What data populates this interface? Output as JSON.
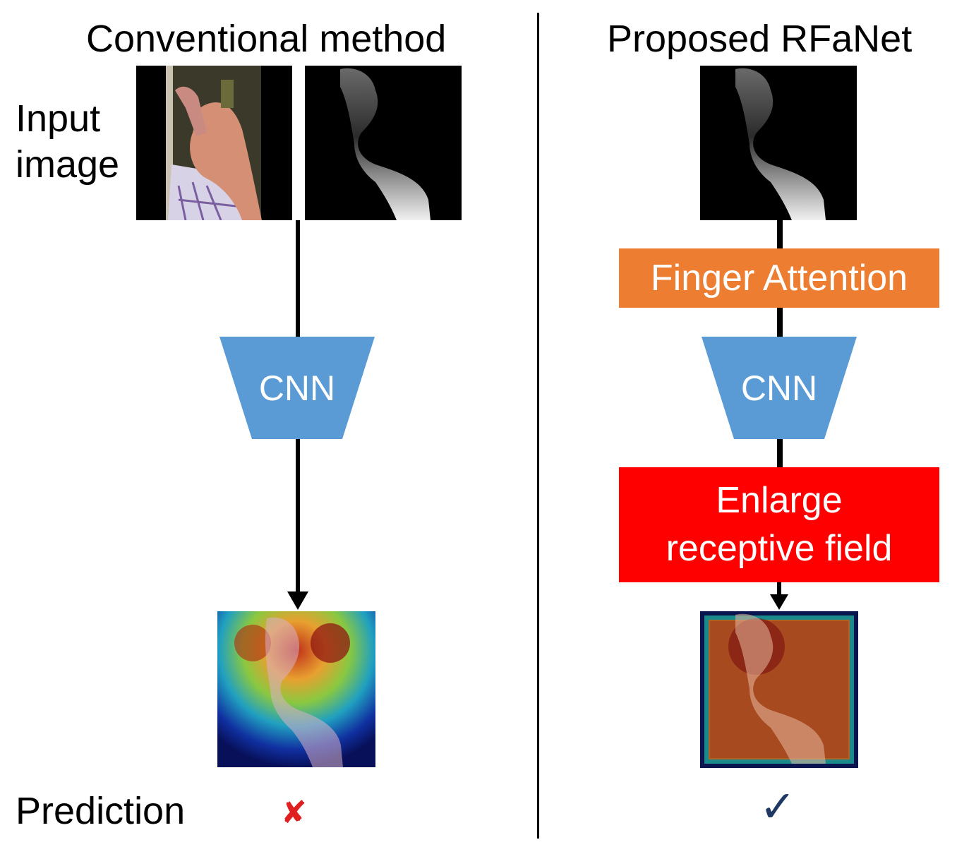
{
  "conventional": {
    "title": "Conventional method",
    "input_label": "Input image",
    "cnn_label": "CNN",
    "prediction_label": "Prediction",
    "result_mark": "✘"
  },
  "proposed": {
    "title": "Proposed RFaNet",
    "finger_attention_label": "Finger Attention",
    "cnn_label": "CNN",
    "enlarge_label_line1": "Enlarge",
    "enlarge_label_line2": "receptive field",
    "result_mark": "✓"
  },
  "colors": {
    "cnn_fill": "#5b9bd5",
    "finger_attention_fill": "#ed7d31",
    "enlarge_fill": "#ff0000",
    "wrong_mark": "#e02020",
    "check_mark": "#1f3864"
  }
}
